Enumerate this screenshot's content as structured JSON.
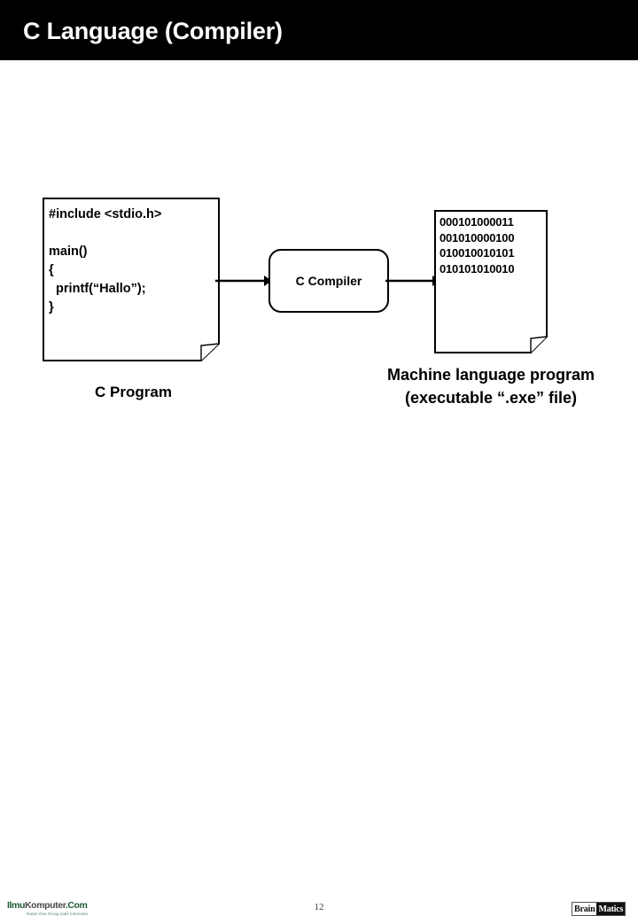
{
  "slide": {
    "title": "C Language (Compiler)",
    "page_number": "12"
  },
  "code_document": {
    "text": "#include <stdio.h>\n\nmain()\n{\n  printf(“Hallo”);\n}",
    "caption": "C Program"
  },
  "compiler": {
    "label": "C Compiler"
  },
  "binary_document": {
    "lines": [
      "000101000011",
      "001010000100",
      "010010010101",
      "010101010010"
    ],
    "text": "000101000011\n001010000100\n010010010101\n010101010010",
    "caption_line1": "Machine language program",
    "caption_line2": "(executable “.exe” file)"
  },
  "footer": {
    "logo_left": {
      "part1": "Ilmu",
      "part2": "Komputer",
      "part3": ".Com",
      "tagline": "Ikatan Ilmu Orang sakit Indonesia"
    },
    "logo_right": {
      "part1": "Brain",
      "part2": "Matics"
    }
  },
  "colors": {
    "title_bar": "#000000",
    "title_text": "#ffffff",
    "background": "#ffffff",
    "outline": "#000000",
    "logo_green": "#1a5c33"
  }
}
